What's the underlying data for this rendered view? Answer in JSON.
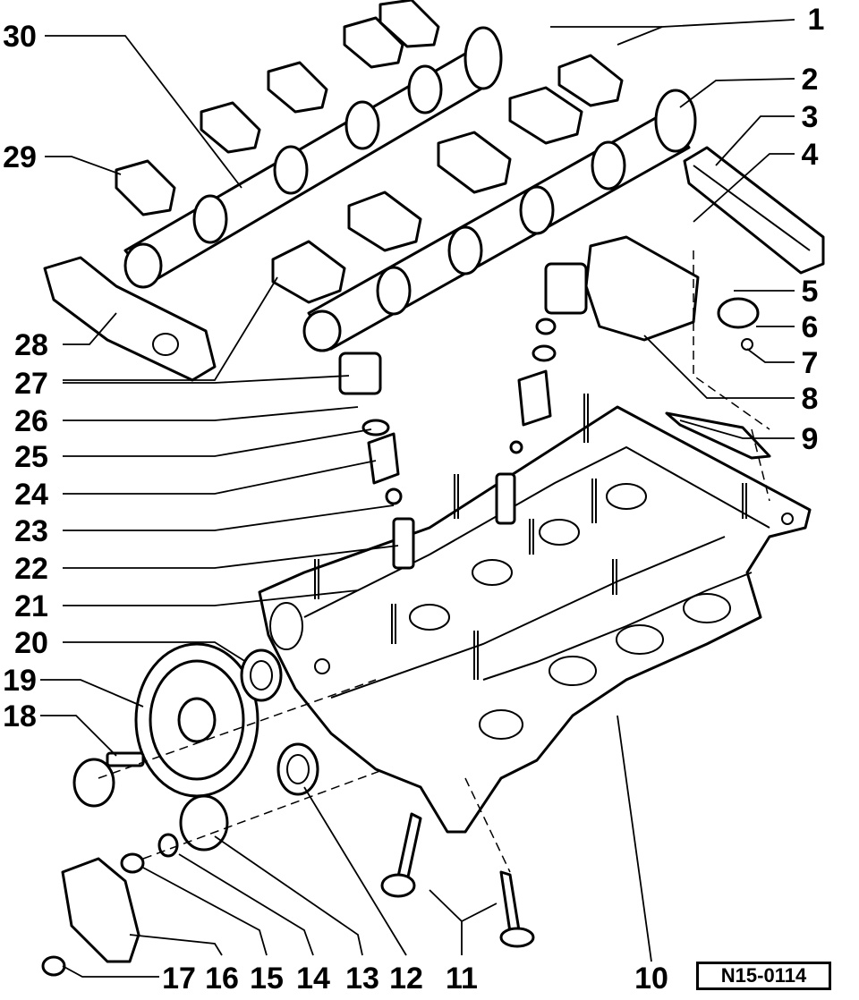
{
  "diagram": {
    "reference_code": "N15-0114",
    "callouts": [
      "1",
      "2",
      "3",
      "4",
      "5",
      "6",
      "7",
      "8",
      "9",
      "10",
      "11",
      "12",
      "13",
      "14",
      "15",
      "16",
      "17",
      "18",
      "19",
      "20",
      "21",
      "22",
      "23",
      "24",
      "25",
      "26",
      "27",
      "28",
      "29",
      "30"
    ]
  }
}
